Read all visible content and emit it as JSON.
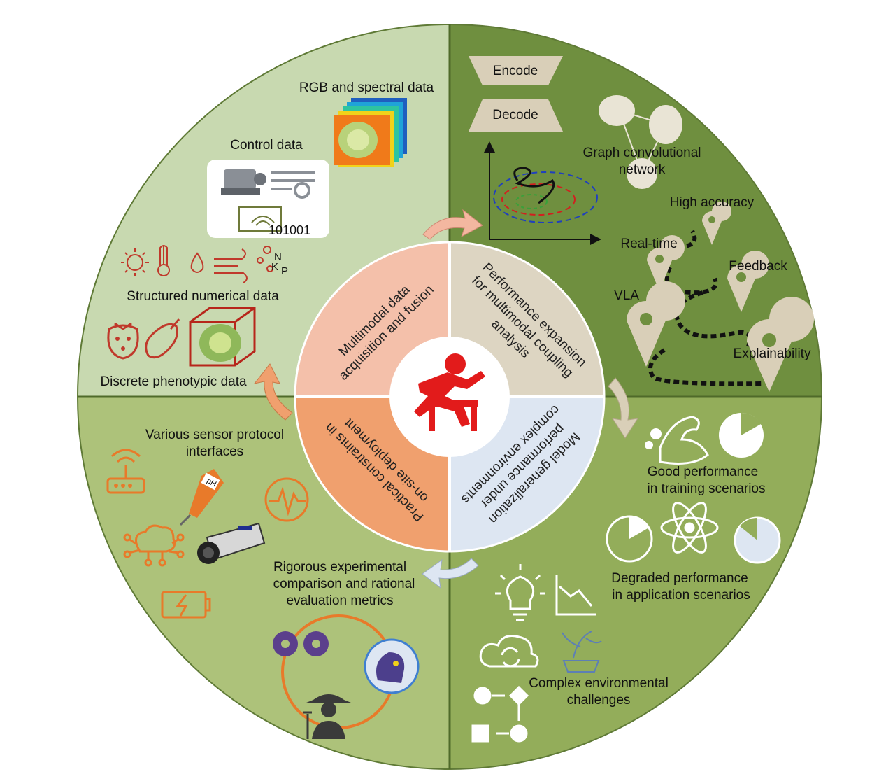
{
  "quadrants": {
    "top_left": {
      "rgb_spectral": "RGB and spectral data",
      "control_data": "Control data",
      "binary_code": "101001",
      "nutrients": [
        "N",
        "K",
        "P"
      ],
      "structured_numerical": "Structured numerical data",
      "discrete_phenotypic": "Discrete phenotypic data"
    },
    "top_right": {
      "encode": "Encode",
      "decode": "Decode",
      "gcn_line1": "Graph convolutional",
      "gcn_line2": "network",
      "high_accuracy": "High accuracy",
      "real_time": "Real-time",
      "feedback": "Feedback",
      "vla": "VLA",
      "explainability": "Explainability"
    },
    "bottom_right": {
      "good_perf_line1": "Good performance",
      "good_perf_line2": "in training scenarios",
      "degraded_line1": "Degraded performance",
      "degraded_line2": "in application scenarios",
      "complex_line1": "Complex environmental",
      "complex_line2": "challenges"
    },
    "bottom_left": {
      "sensor_line1": "Various sensor protocol",
      "sensor_line2": "interfaces",
      "ph_label": "pH",
      "rigorous_line1": "Rigorous experimental",
      "rigorous_line2": "comparison and rational",
      "rigorous_line3": "evaluation metrics"
    }
  },
  "inner_ring": {
    "multimodal_line1": "Multimodal data",
    "multimodal_line2": "acquisition and fusion",
    "performance_line1": "Performance expansion",
    "performance_line2": "for multimodal coupling",
    "performance_line3": "analysis",
    "generalization_line1": "Model generalization",
    "generalization_line2": "performance under",
    "generalization_line3": "complex environments",
    "practical_line1": "Practical constraints in",
    "practical_line2": "on-site deployment"
  },
  "colors": {
    "q_top_left": "#c8d9b0",
    "q_top_right": "#6f8f3f",
    "q_bottom_right": "#93ad5a",
    "q_bottom_left": "#adc27a",
    "ring_salmon": "#f4c0aa",
    "ring_tan": "#ddd5c2",
    "ring_blue": "#dde6f2",
    "ring_orange": "#f0a06e",
    "hurdler": "#e21b1b",
    "orange_icon": "#e87a2a",
    "red_icon": "#c0392b"
  },
  "icons": [
    "hurdler-icon",
    "sun-icon",
    "thermometer-icon",
    "droplet-icon",
    "wind-icon",
    "strawberry-icon",
    "eggplant-icon",
    "router-icon",
    "ph-meter-icon",
    "camera-icon",
    "battery-icon",
    "waveform-icon",
    "gear-icon",
    "farmer-icon",
    "ai-head-icon",
    "lightbulb-icon",
    "declining-chart-icon",
    "cloud-sync-icon",
    "plant-icon",
    "flowchart-icon",
    "atom-icon",
    "pie-icon",
    "muscle-arm-icon",
    "location-pin-icon"
  ]
}
